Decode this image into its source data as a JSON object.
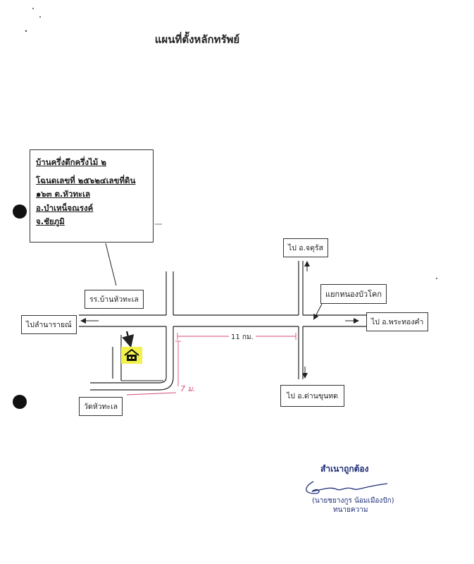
{
  "title": "แผนที่ตั้งหลักทรัพย์",
  "property": {
    "heading": "บ้านครึ่งตึกครึ่งไม้ ๒",
    "deed_line": "โฉนดเลขที่ ๒๕๖๒๔เลขที่ดิน",
    "location_line": "๑๖๓ ต.หัวทะเล อ.บำเหน็จณรงค์",
    "province_line": "จ.ชัยภูมิ"
  },
  "places": {
    "school": "รร.บ้านหัวทะเล",
    "temple": "วัดหัวทะเล",
    "intersection": "แยกหนองบัวโคก"
  },
  "directions": {
    "west": "ไปลำนารายณ์",
    "north": "ไป อ.จตุรัส",
    "east": "ไป อ.พระทองคำ",
    "south": "ไป อ.ด่านขุนทด"
  },
  "distances": {
    "main_road": "11 กม.",
    "side_road": "7 ม."
  },
  "certification": {
    "statement": "สำเนาถูกต้อง",
    "signer": "(นายชยางกูร น้อมเมืองปัก)",
    "role": "ทนายความ"
  },
  "colors": {
    "ink": "#1a1a1a",
    "distance_marker": "#d64a7a",
    "house_highlight": "#f3f24a",
    "stamp_ink": "#1f2d78"
  },
  "icons": {
    "house": "house-icon",
    "arrow": "arrow-icon"
  }
}
